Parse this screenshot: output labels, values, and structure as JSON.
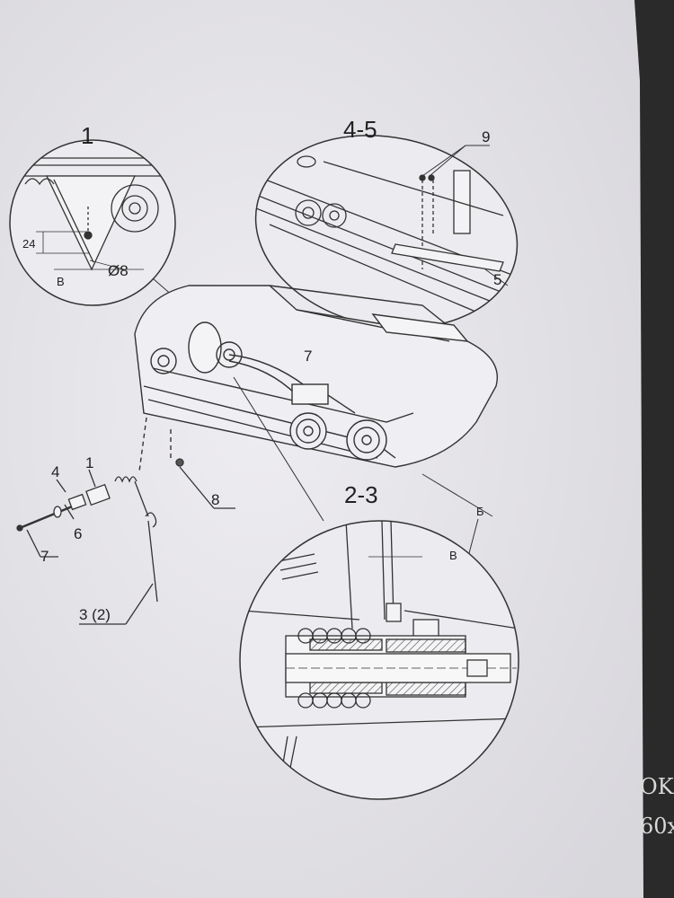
{
  "diagram": {
    "callouts": {
      "detail_1": "1",
      "detail_45": "4-5",
      "detail_23": "2-3",
      "dim_24": "24",
      "dim_diameter": "Ø8",
      "letter_B_left": "B",
      "letter_B_right": "B",
      "letter_Be": "Б",
      "num_9": "9",
      "num_5": "5",
      "num_7_machine": "7",
      "num_4": "4",
      "num_1": "1",
      "num_6": "6",
      "num_7": "7",
      "num_8": "8",
      "num_3_2": "3 (2)"
    },
    "edge_text": {
      "line1": "OK",
      "line2": "60x"
    },
    "colors": {
      "paper": "#e9e8ec",
      "ink": "#2b2b2b",
      "background": "#2a2a2a"
    }
  }
}
